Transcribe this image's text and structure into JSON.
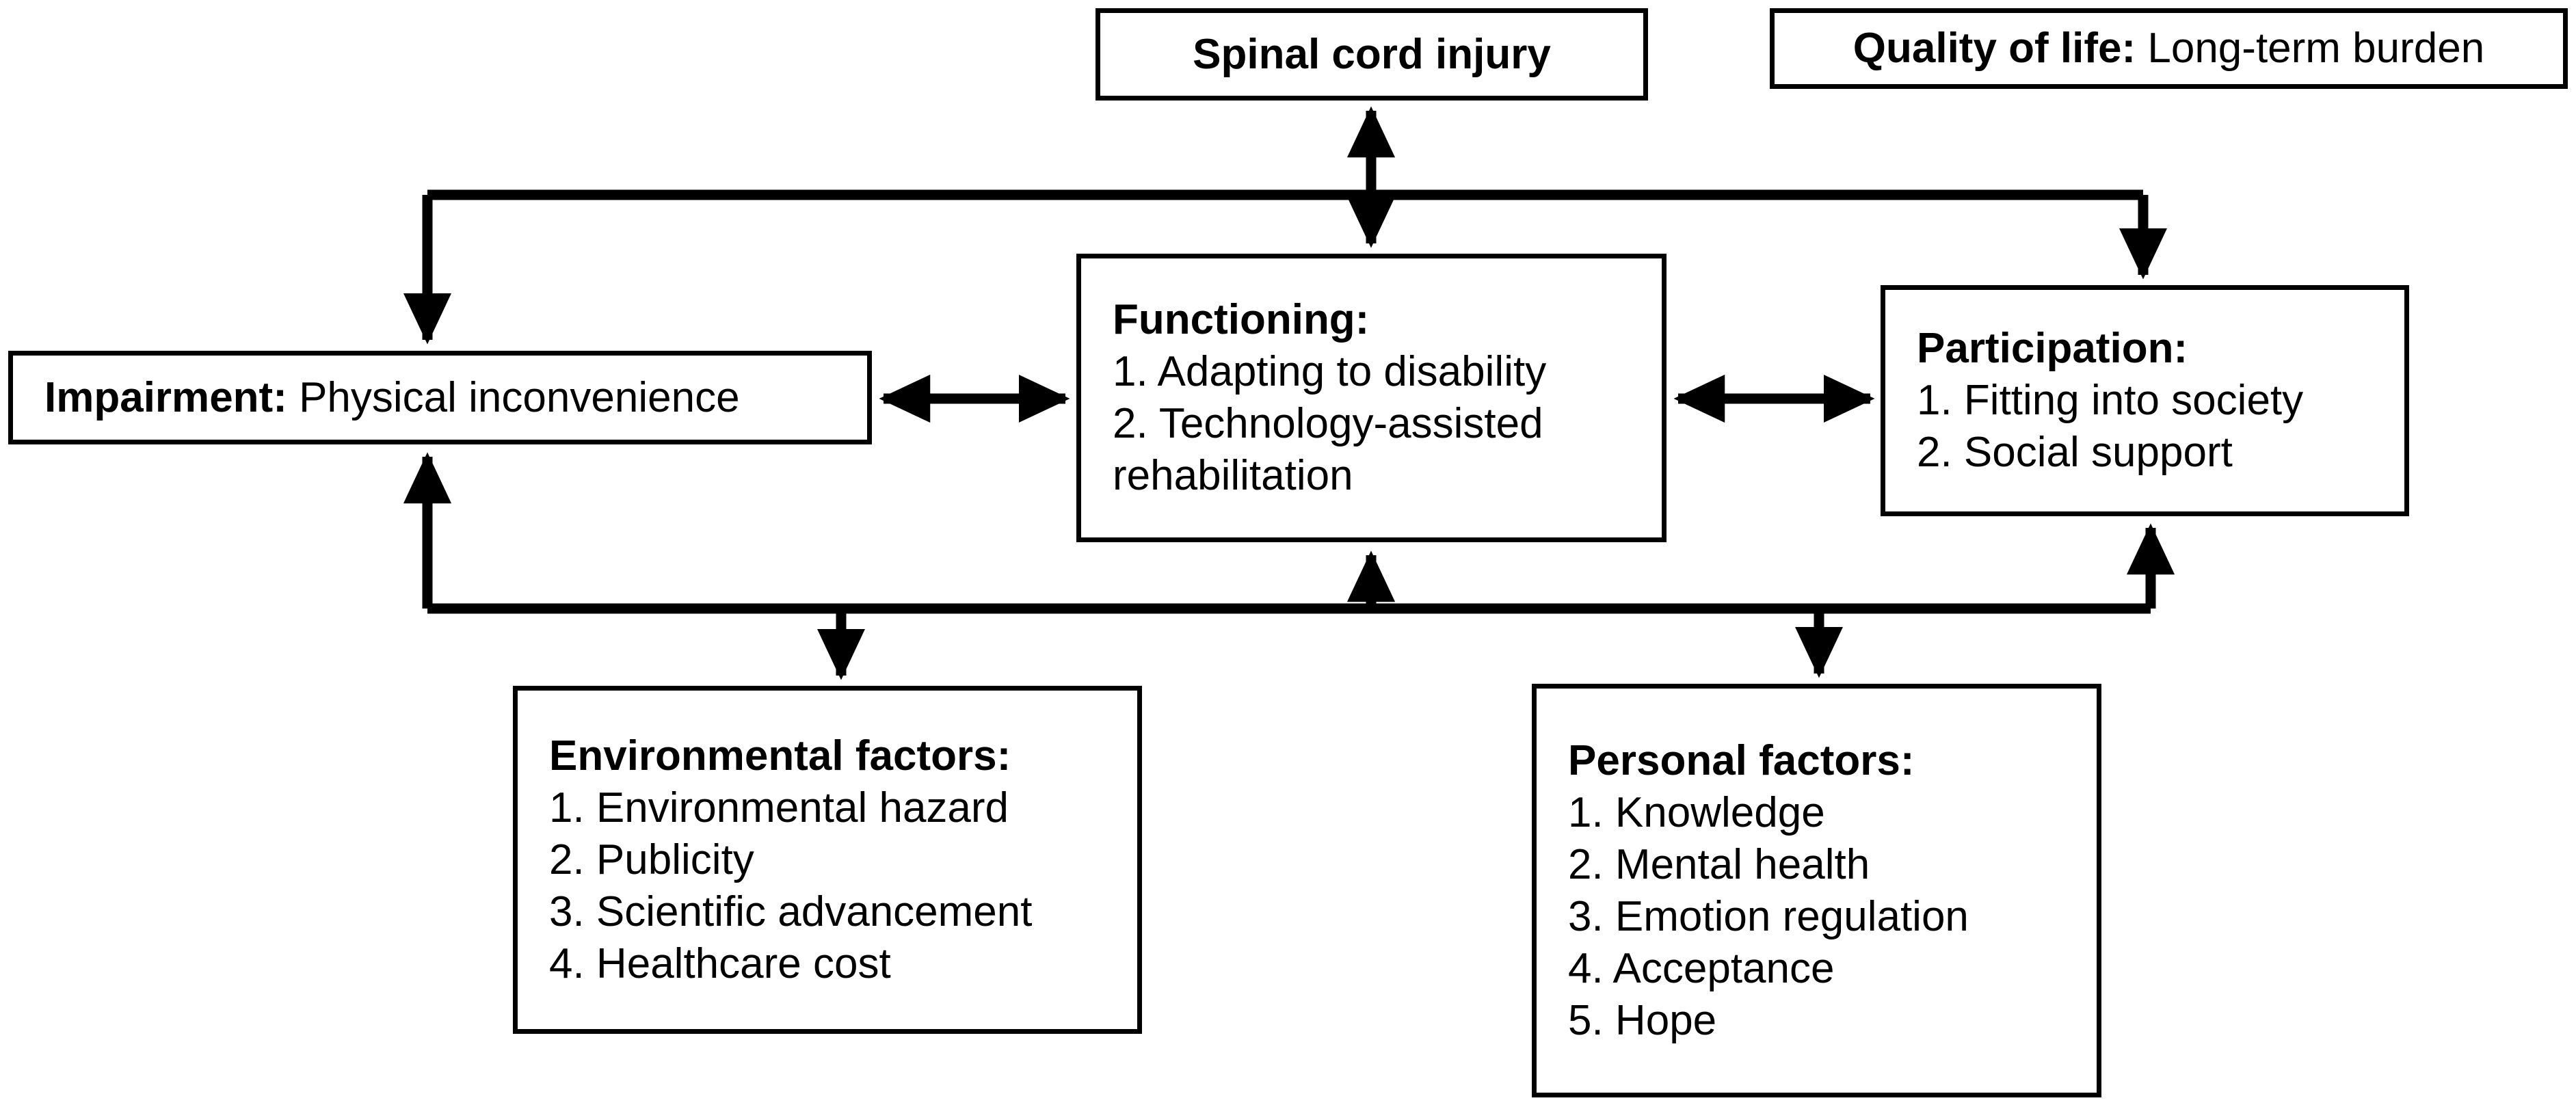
{
  "diagram": {
    "title": "Spinal cord injury ICF biopsychosocial framework",
    "stroke_color": "#000000",
    "background_color": "#ffffff"
  },
  "nodes": {
    "spinal_cord_injury": {
      "label": "Spinal cord injury"
    },
    "quality_of_life": {
      "label_bold": "Quality of life:",
      "label_rest": " Long-term burden"
    },
    "impairment": {
      "label_bold": "Impairment:",
      "label_rest": " Physical inconvenience"
    },
    "functioning": {
      "title": "Functioning:",
      "items": [
        "1. Adapting to disability",
        "2. Technology-assisted",
        "rehabilitation"
      ]
    },
    "participation": {
      "title": "Participation:",
      "items": [
        "1. Fitting into society",
        "2. Social support"
      ]
    },
    "environmental_factors": {
      "title": "Environmental factors:",
      "items": [
        "1. Environmental hazard",
        "2. Publicity",
        "3. Scientific advancement",
        "4. Healthcare cost"
      ]
    },
    "personal_factors": {
      "title": "Personal factors:",
      "items": [
        "1. Knowledge",
        "2. Mental health",
        "3. Emotion regulation",
        "4. Acceptance",
        "5. Hope"
      ]
    }
  },
  "connectors": [
    {
      "name": "spinal-cord-injury-to-functioning",
      "style": "double-arrow-vertical"
    },
    {
      "name": "impairment-to-functioning",
      "style": "double-arrow-horizontal"
    },
    {
      "name": "functioning-to-participation",
      "style": "double-arrow-horizontal"
    },
    {
      "name": "top-bracket-to-impairment",
      "style": "arrow-down"
    },
    {
      "name": "top-bracket-to-participation",
      "style": "arrow-down"
    },
    {
      "name": "impairment-to-bottom-bracket",
      "style": "arrow-up"
    },
    {
      "name": "bottom-bracket-to-functioning",
      "style": "arrow-up"
    },
    {
      "name": "bottom-bracket-to-participation",
      "style": "arrow-up"
    },
    {
      "name": "bottom-bracket-to-environmental-factors",
      "style": "arrow-down"
    },
    {
      "name": "bottom-bracket-to-personal-factors",
      "style": "arrow-down"
    }
  ]
}
